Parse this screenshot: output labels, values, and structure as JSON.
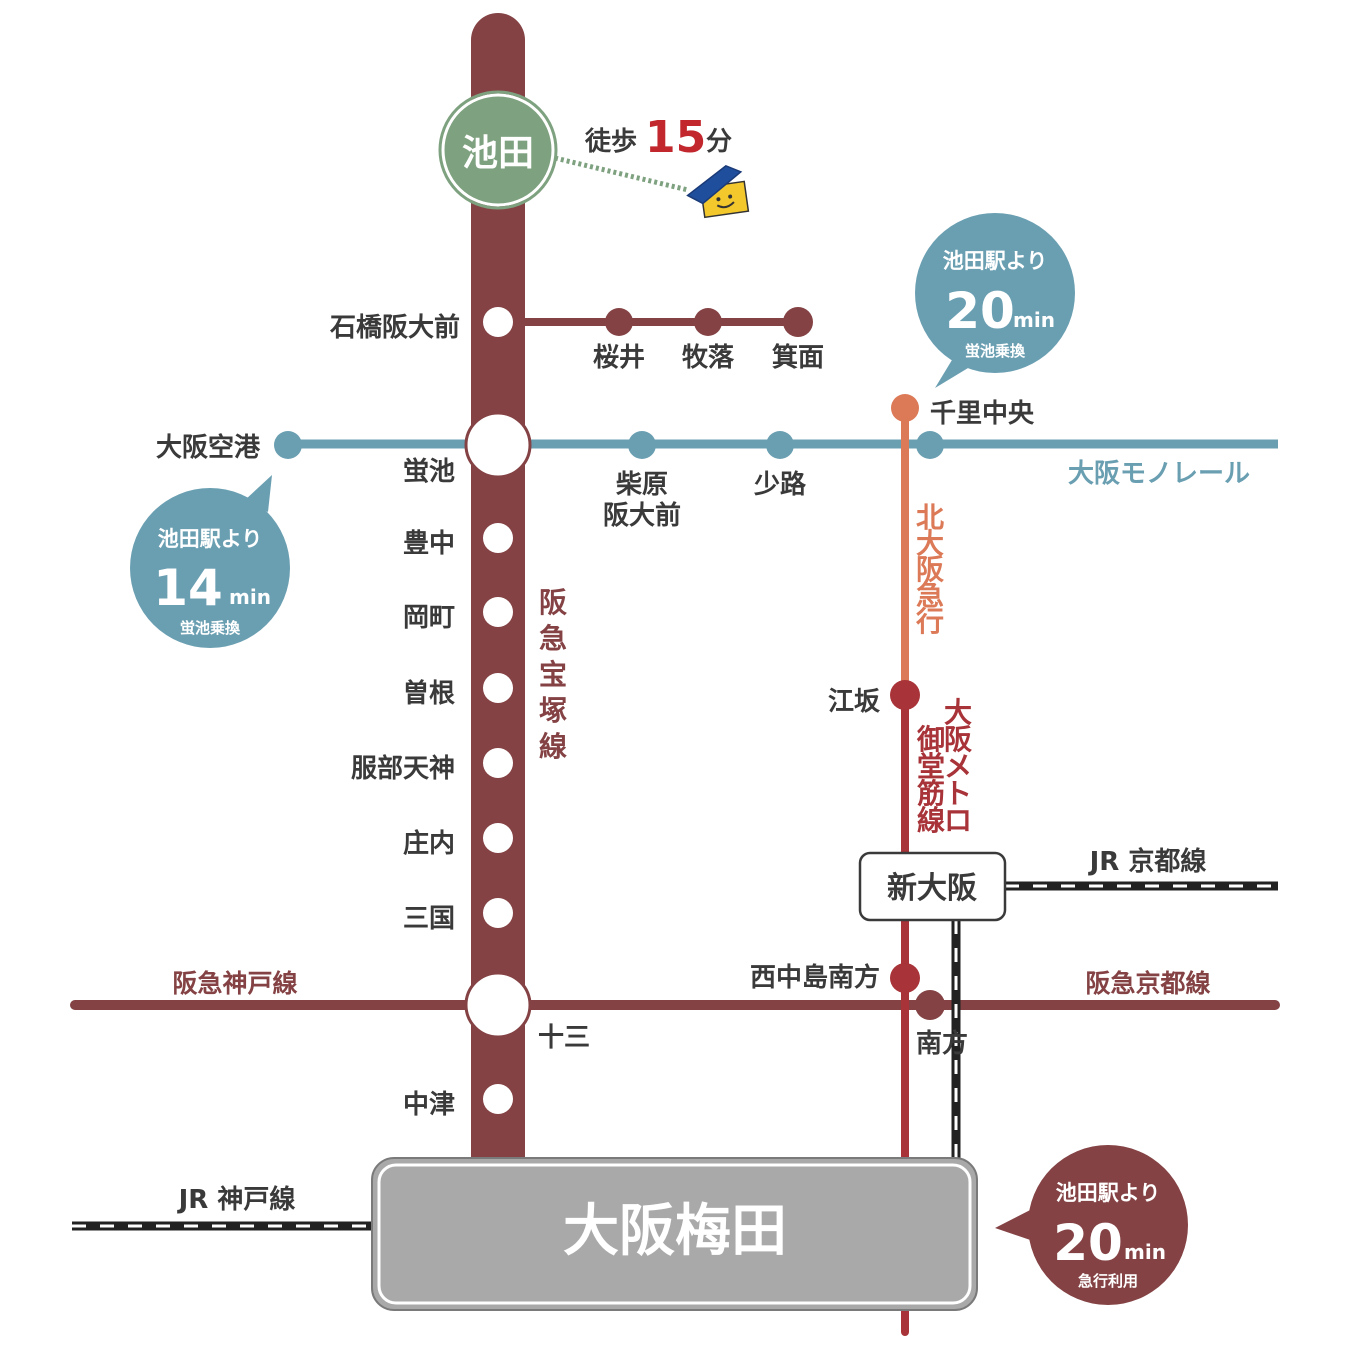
{
  "colors": {
    "hankyu_takarazuka": "#844244",
    "monorail": "#6a9fb2",
    "kita_osaka_kyuko": "#dc7a58",
    "midosuji": "#a83338",
    "hankyu_kobe_kyoto": "#844244",
    "ikeda": "#7ea17f",
    "umeda_box": "#a9a9a9",
    "text": "#3a3a3a",
    "walk_highlight": "#c1272d"
  },
  "ikeda": {
    "label": "池田"
  },
  "walk": {
    "prefix": "徒歩",
    "minutes": "15",
    "suffix": "分"
  },
  "stations": {
    "ishibashi": "石橋阪大前",
    "sakurai": "桜井",
    "makiochi": "牧落",
    "mino": "箕面",
    "osaka_airport": "大阪空港",
    "hotarugaike": "蛍池",
    "shibahara_1": "柴原",
    "shibahara_2": "阪大前",
    "shoji": "少路",
    "senri_chuo": "千里中央",
    "toyonaka": "豊中",
    "okamachi": "岡町",
    "sone": "曽根",
    "hattori": "服部天神",
    "shonai": "庄内",
    "mikuni": "三国",
    "juso": "十三",
    "nakatsu": "中津",
    "esaka": "江坂",
    "shin_osaka": "新大阪",
    "nishinakajima": "西中島南方",
    "minamikata": "南方",
    "umeda": "大阪梅田"
  },
  "lines": {
    "takarazuka": "阪急宝塚線",
    "monorail": "大阪モノレール",
    "kita_kyuko": "北大阪急行",
    "midosuji_1": "大阪メトロ",
    "midosuji_2": "御堂筋線",
    "kobe": "阪急神戸線",
    "kyoto": "阪急京都線",
    "jr_kyoto": "JR 京都線",
    "jr_kobe": "JR 神戸線"
  },
  "bubbles": [
    {
      "id": "senri",
      "from": "池田駅より",
      "minutes": "20",
      "unit": "min",
      "note": "蛍池乗換",
      "color": "#6a9fb2"
    },
    {
      "id": "airport",
      "from": "池田駅より",
      "minutes": "14",
      "unit": "min",
      "note": "蛍池乗換",
      "color": "#6a9fb2"
    },
    {
      "id": "umeda",
      "from": "池田駅より",
      "minutes": "20",
      "unit": "min",
      "note": "急行利用",
      "color": "#844244"
    }
  ]
}
